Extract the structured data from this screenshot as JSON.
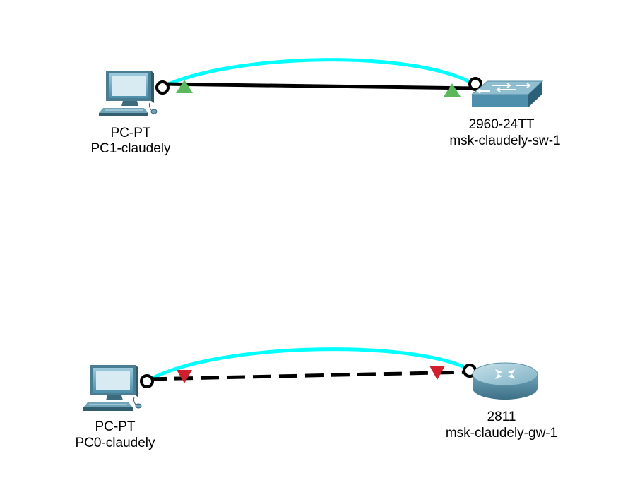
{
  "colors": {
    "link_line": "#000000",
    "link_highlight": "#00FFFF",
    "status_up": "#5CB85C",
    "status_down": "#D0202E",
    "background": "#FFFFFF"
  },
  "devices": {
    "pc1": {
      "model": "PC-PT",
      "name": "PC1-claudely",
      "icon": "pc-icon"
    },
    "switch": {
      "model": "2960-24TT",
      "name": "msk-claudely-sw-1",
      "icon": "switch-icon"
    },
    "pc0": {
      "model": "PC-PT",
      "name": "PC0-claudely",
      "icon": "pc-icon"
    },
    "router": {
      "model": "2811",
      "name": "msk-claudely-gw-1",
      "icon": "router-icon"
    }
  },
  "links": [
    {
      "id": "pc1-to-switch",
      "style": "solid",
      "status": "up"
    },
    {
      "id": "pc0-to-router",
      "style": "dashed",
      "status": "down"
    }
  ]
}
